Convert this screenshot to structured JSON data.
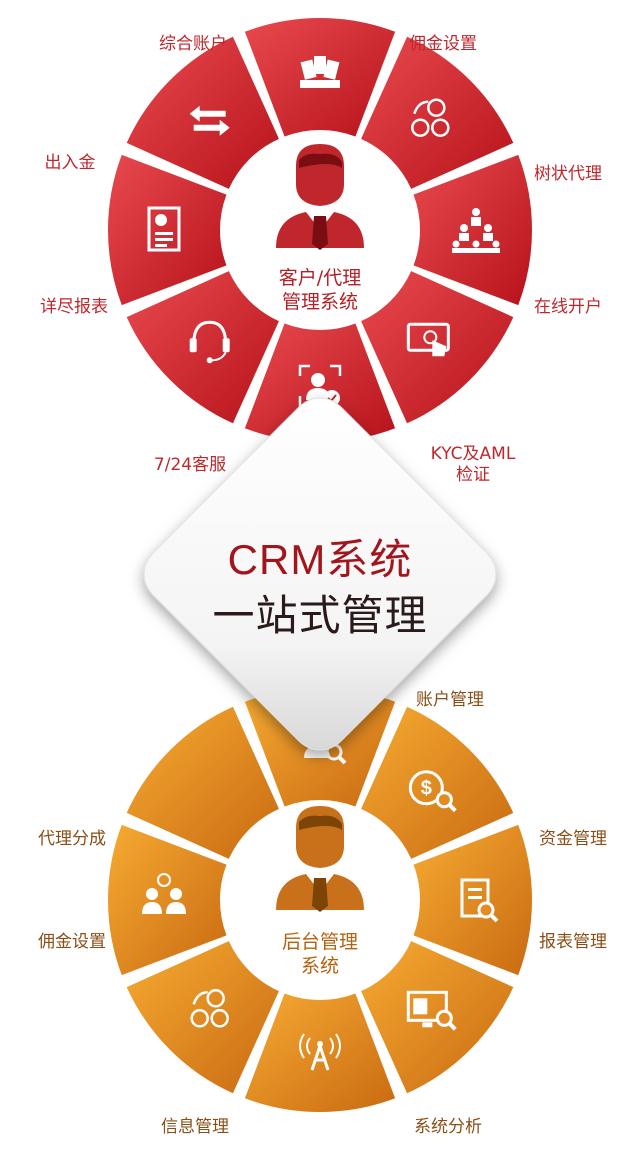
{
  "colors": {
    "red_dark": "#b7121b",
    "red_light": "#e84a4f",
    "orange_dark": "#c96a12",
    "orange_light": "#f6ab32",
    "title_red": "#a3151c"
  },
  "top_wheel": {
    "center_label": [
      "客户/代理",
      "管理系统"
    ],
    "segments": [
      {
        "label": "综合账户",
        "icon": "accounts-cards-icon"
      },
      {
        "label": "佣金设置",
        "icon": "commission-cycle-icon"
      },
      {
        "label": "树状代理",
        "icon": "agent-tree-icon"
      },
      {
        "label": "在线开户",
        "icon": "online-open-touch-icon"
      },
      {
        "label": "KYC及AML",
        "label2": "检证",
        "icon": "kyc-verify-icon"
      },
      {
        "label": "7/24客服",
        "icon": "headset-support-icon"
      },
      {
        "label": "详尽报表",
        "icon": "report-document-icon"
      },
      {
        "label": "出入金",
        "icon": "transfer-arrows-icon"
      }
    ]
  },
  "center_title": {
    "line1": "CRM系统",
    "line2": "一站式管理"
  },
  "bottom_wheel": {
    "center_label": [
      "后台管理",
      "系统"
    ],
    "segments": [
      {
        "label": "账户管理",
        "icon": "account-group-search-icon"
      },
      {
        "label": "资金管理",
        "icon": "funds-search-icon"
      },
      {
        "label": "报表管理",
        "icon": "report-search-icon"
      },
      {
        "label": "系统分析",
        "icon": "monitor-analysis-icon"
      },
      {
        "label": "信息管理",
        "icon": "broadcast-info-icon"
      },
      {
        "label": "佣金设置",
        "icon": "commission-cycle-icon"
      },
      {
        "label": "代理分成",
        "icon": "agent-share-icon"
      },
      {
        "label": "",
        "icon": ""
      }
    ]
  }
}
